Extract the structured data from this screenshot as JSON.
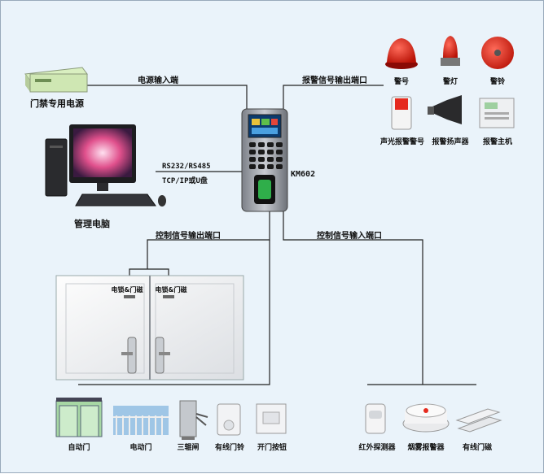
{
  "device": {
    "model": "KM602"
  },
  "connections": {
    "power_in": "电源输入端",
    "alarm_out": "报警信号输出端口",
    "comm_line1": "RS232/RS485",
    "comm_line2": "TCP/IP或U盘",
    "control_out": "控制信号输出端口",
    "control_in": "控制信号输入端口"
  },
  "left": {
    "power_supply": "门禁专用电源",
    "pc": "管理电脑"
  },
  "alarm_devices": [
    "警号",
    "警灯",
    "警铃",
    "声光报警警号",
    "报警扬声器",
    "报警主机"
  ],
  "door": {
    "lock_left": "电锁&门磁",
    "lock_right": "电锁&门磁"
  },
  "output_devices": [
    "自动门",
    "电动门",
    "三辊闸",
    "有线门铃",
    "开门按钮"
  ],
  "input_devices": [
    "红外探测器",
    "烟雾报警器",
    "有线门磁"
  ]
}
